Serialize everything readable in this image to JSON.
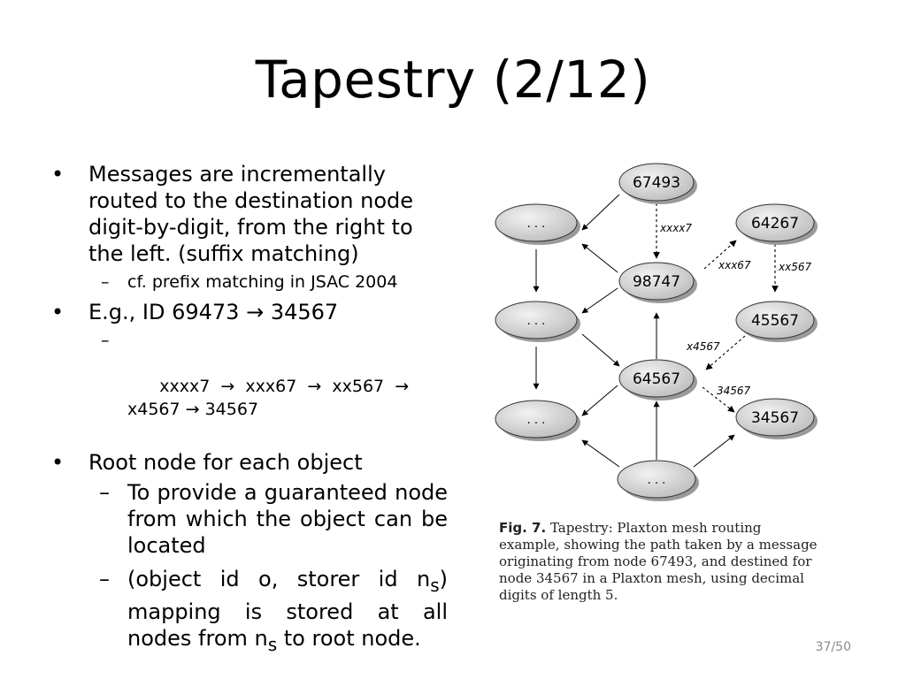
{
  "title": "Tapestry (2/12)",
  "bullets": [
    {
      "text": "Messages are incrementally routed to the destination node digit-by-digit, from the right to the left. (suffix matching)",
      "sub": [
        "cf. prefix matching in JSAC 2004"
      ]
    },
    {
      "text": "E.g., ID 69473 → 34567",
      "sub": [
        "xxxx7  →  xxx67  →  xx567  →  x4567 → 34567"
      ]
    },
    {
      "text": "Root node for each object",
      "sub": [
        "To provide a guaranteed node from which the object can be located",
        "(object id o, storer id n_s) mapping is stored at all nodes from n_s to root node."
      ]
    }
  ],
  "bullet3_sub2": {
    "part1": "(object id o, storer id n",
    "sub1": "s",
    "part2": ") mapping is stored at all nodes from n",
    "sub2": "s",
    "part3": " to root node."
  },
  "figure": {
    "nodes": {
      "top": "67493",
      "n98747": "98747",
      "n64567": "64567",
      "n64267": "64267",
      "n45567": "45567",
      "n34567": "34567",
      "dots_left1": ". . .",
      "dots_left2": ". . .",
      "dots_left3": ". . .",
      "dots_bottom": ". . ."
    },
    "edge_labels": {
      "xxxx7": "xxxx7",
      "xxx67": "xxx67",
      "xx567": "xx567",
      "x4567": "x4567",
      "e34567": "34567"
    }
  },
  "caption": {
    "fig_label": "Fig. 7.",
    "text": "Tapestry: Plaxton mesh routing example, showing the path taken by a message originating from node 67493, and destined for node 34567 in a Plaxton mesh, using decimal digits of length 5."
  },
  "page_number": "37/50"
}
